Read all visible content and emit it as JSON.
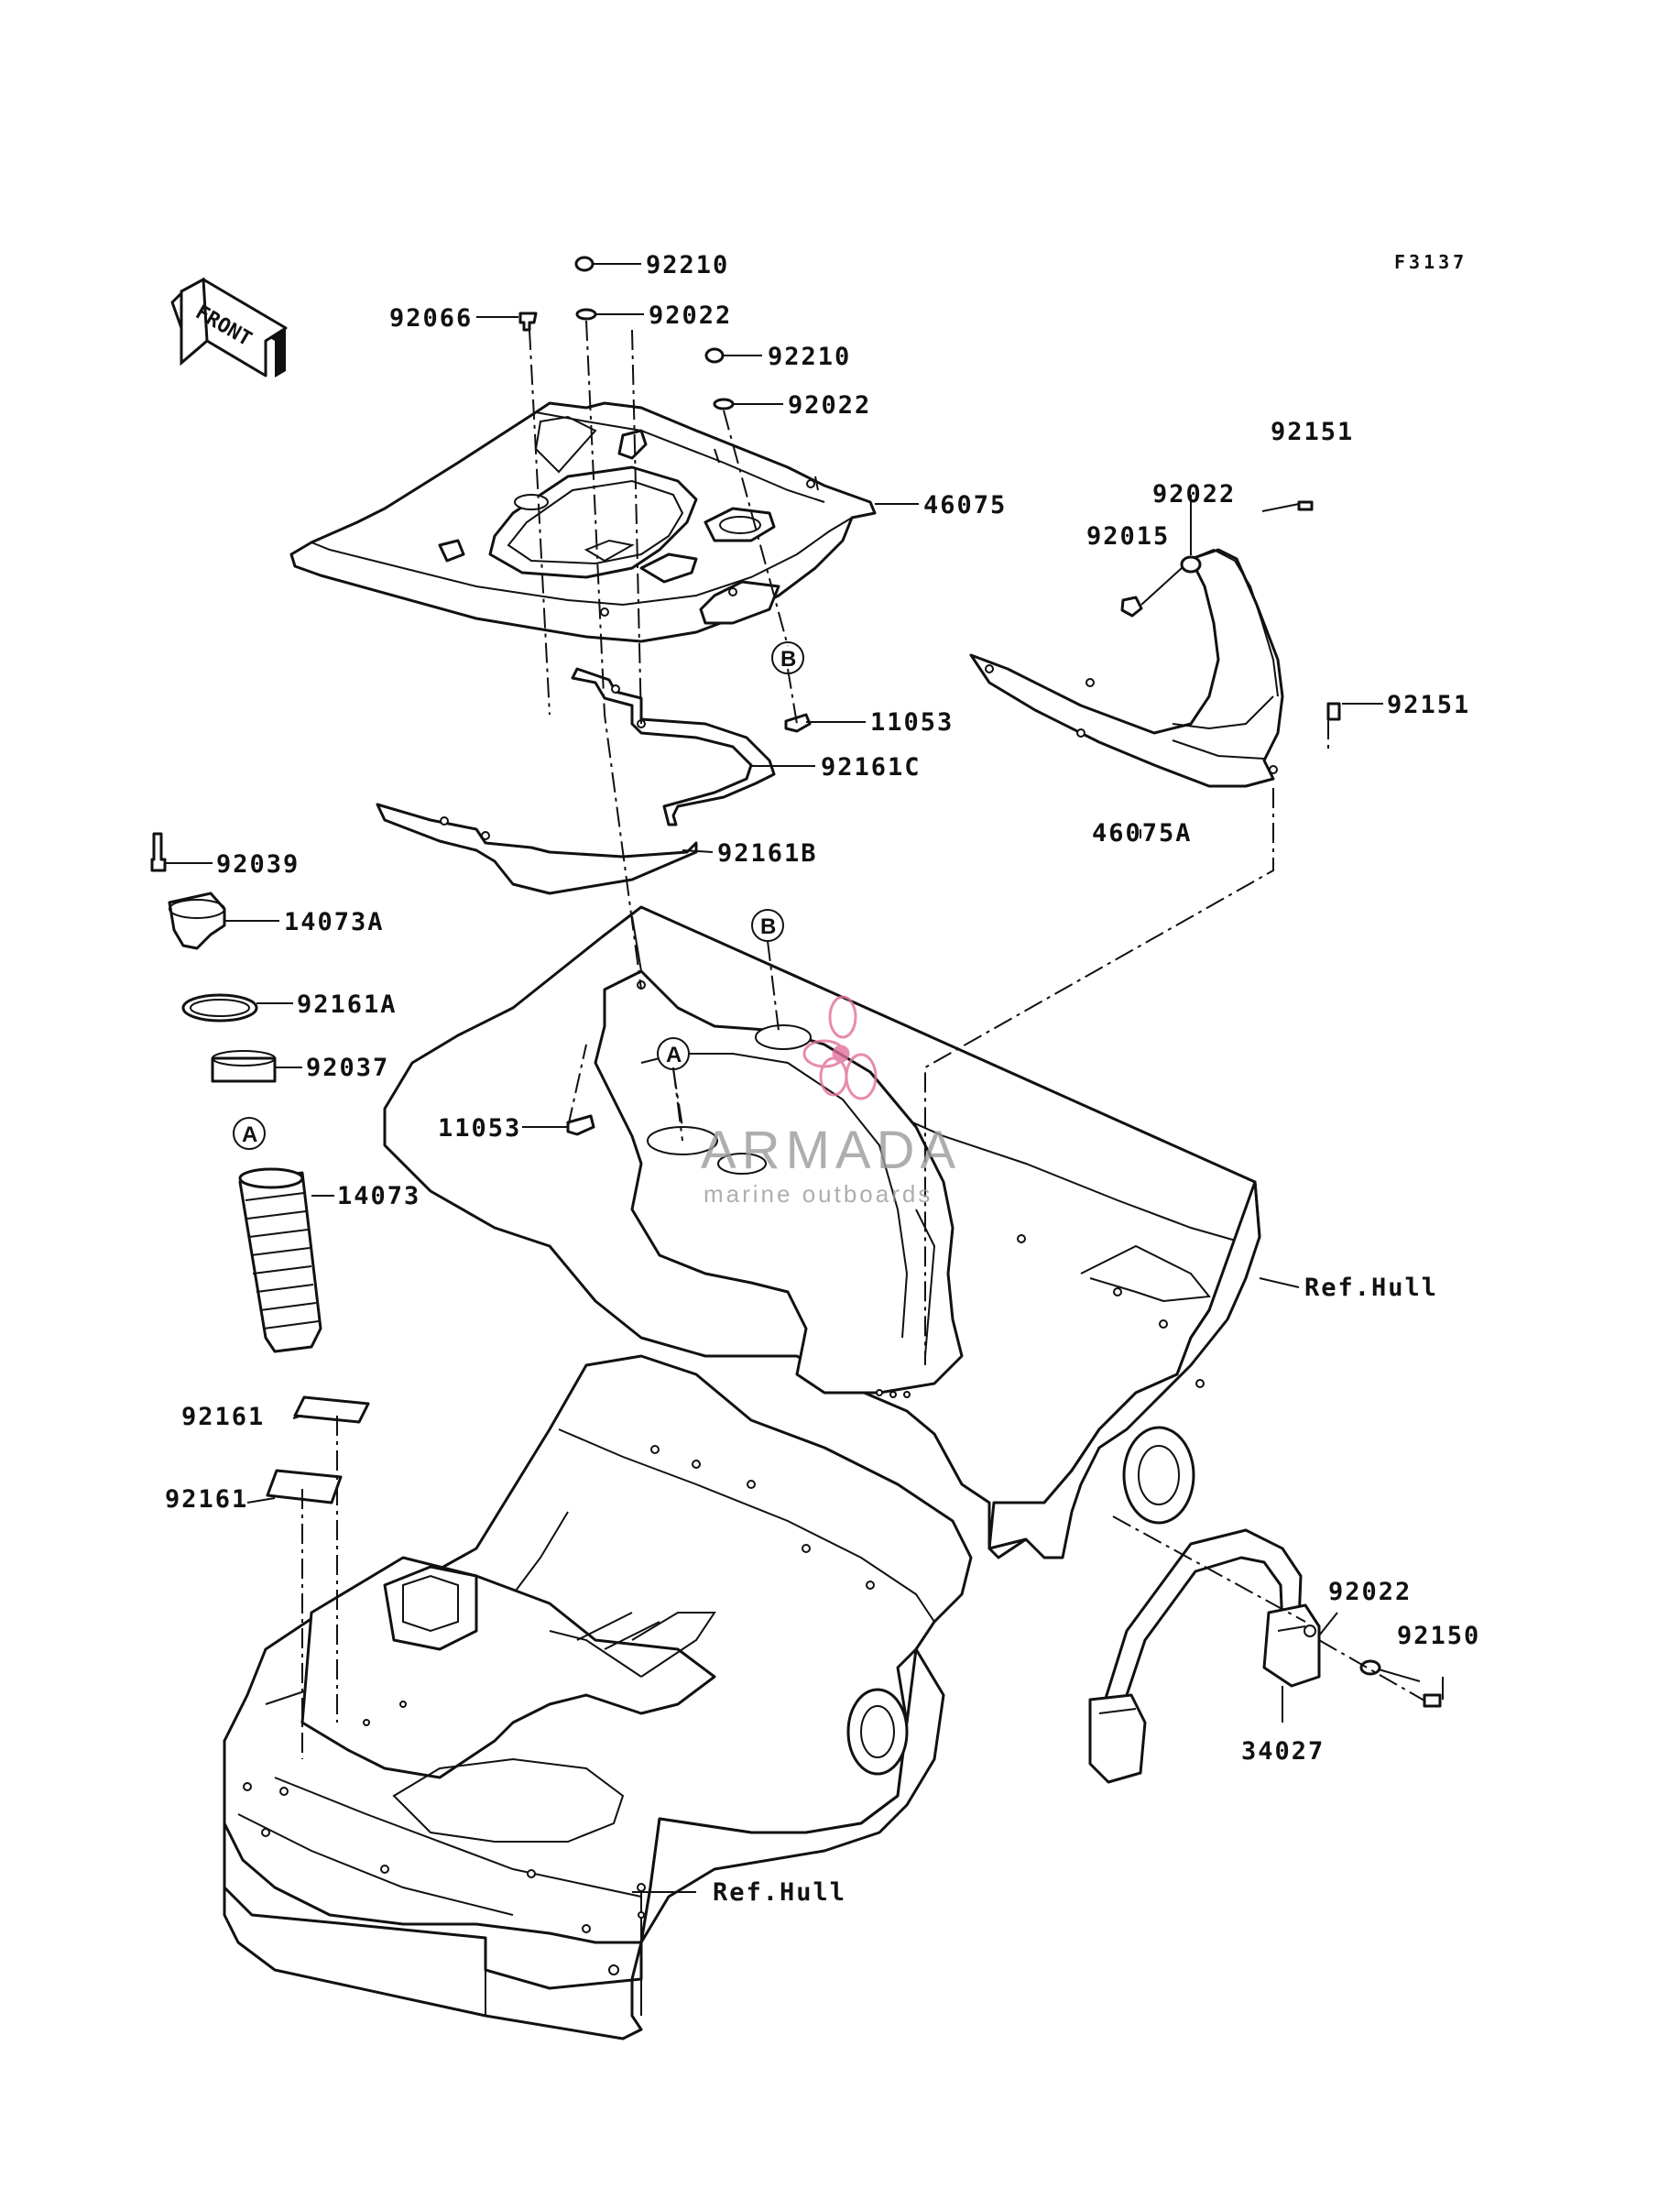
{
  "diagram": {
    "figure_code": "F3137",
    "direction_label": "FRONT",
    "watermark": {
      "brand": "ARMADA",
      "tagline": "marine outboards",
      "accent_color": "#e2709a"
    },
    "callouts": [
      "A",
      "B"
    ],
    "parts": [
      {
        "id": "p92210a",
        "label": "92210"
      },
      {
        "id": "p92066",
        "label": "92066"
      },
      {
        "id": "p92022a",
        "label": "92022"
      },
      {
        "id": "p92210b",
        "label": "92210"
      },
      {
        "id": "p92022b",
        "label": "92022"
      },
      {
        "id": "p46075",
        "label": "46075"
      },
      {
        "id": "p92151a",
        "label": "92151"
      },
      {
        "id": "p92022c",
        "label": "92022"
      },
      {
        "id": "p92015",
        "label": "92015"
      },
      {
        "id": "p92151b",
        "label": "92151"
      },
      {
        "id": "p11053a",
        "label": "11053"
      },
      {
        "id": "p92161C",
        "label": "92161C"
      },
      {
        "id": "p46075A",
        "label": "46075A"
      },
      {
        "id": "p92039",
        "label": "92039"
      },
      {
        "id": "p92161B",
        "label": "92161B"
      },
      {
        "id": "p14073A",
        "label": "14073A"
      },
      {
        "id": "p92161A",
        "label": "92161A"
      },
      {
        "id": "p92037",
        "label": "92037"
      },
      {
        "id": "p11053b",
        "label": "11053"
      },
      {
        "id": "p14073",
        "label": "14073"
      },
      {
        "id": "pRefHull1",
        "label": "Ref.Hull"
      },
      {
        "id": "p92161a",
        "label": "92161"
      },
      {
        "id": "p92161b",
        "label": "92161"
      },
      {
        "id": "p92022d",
        "label": "92022"
      },
      {
        "id": "p92150",
        "label": "92150"
      },
      {
        "id": "p34027",
        "label": "34027"
      },
      {
        "id": "pRefHull2",
        "label": "Ref.Hull"
      }
    ]
  }
}
